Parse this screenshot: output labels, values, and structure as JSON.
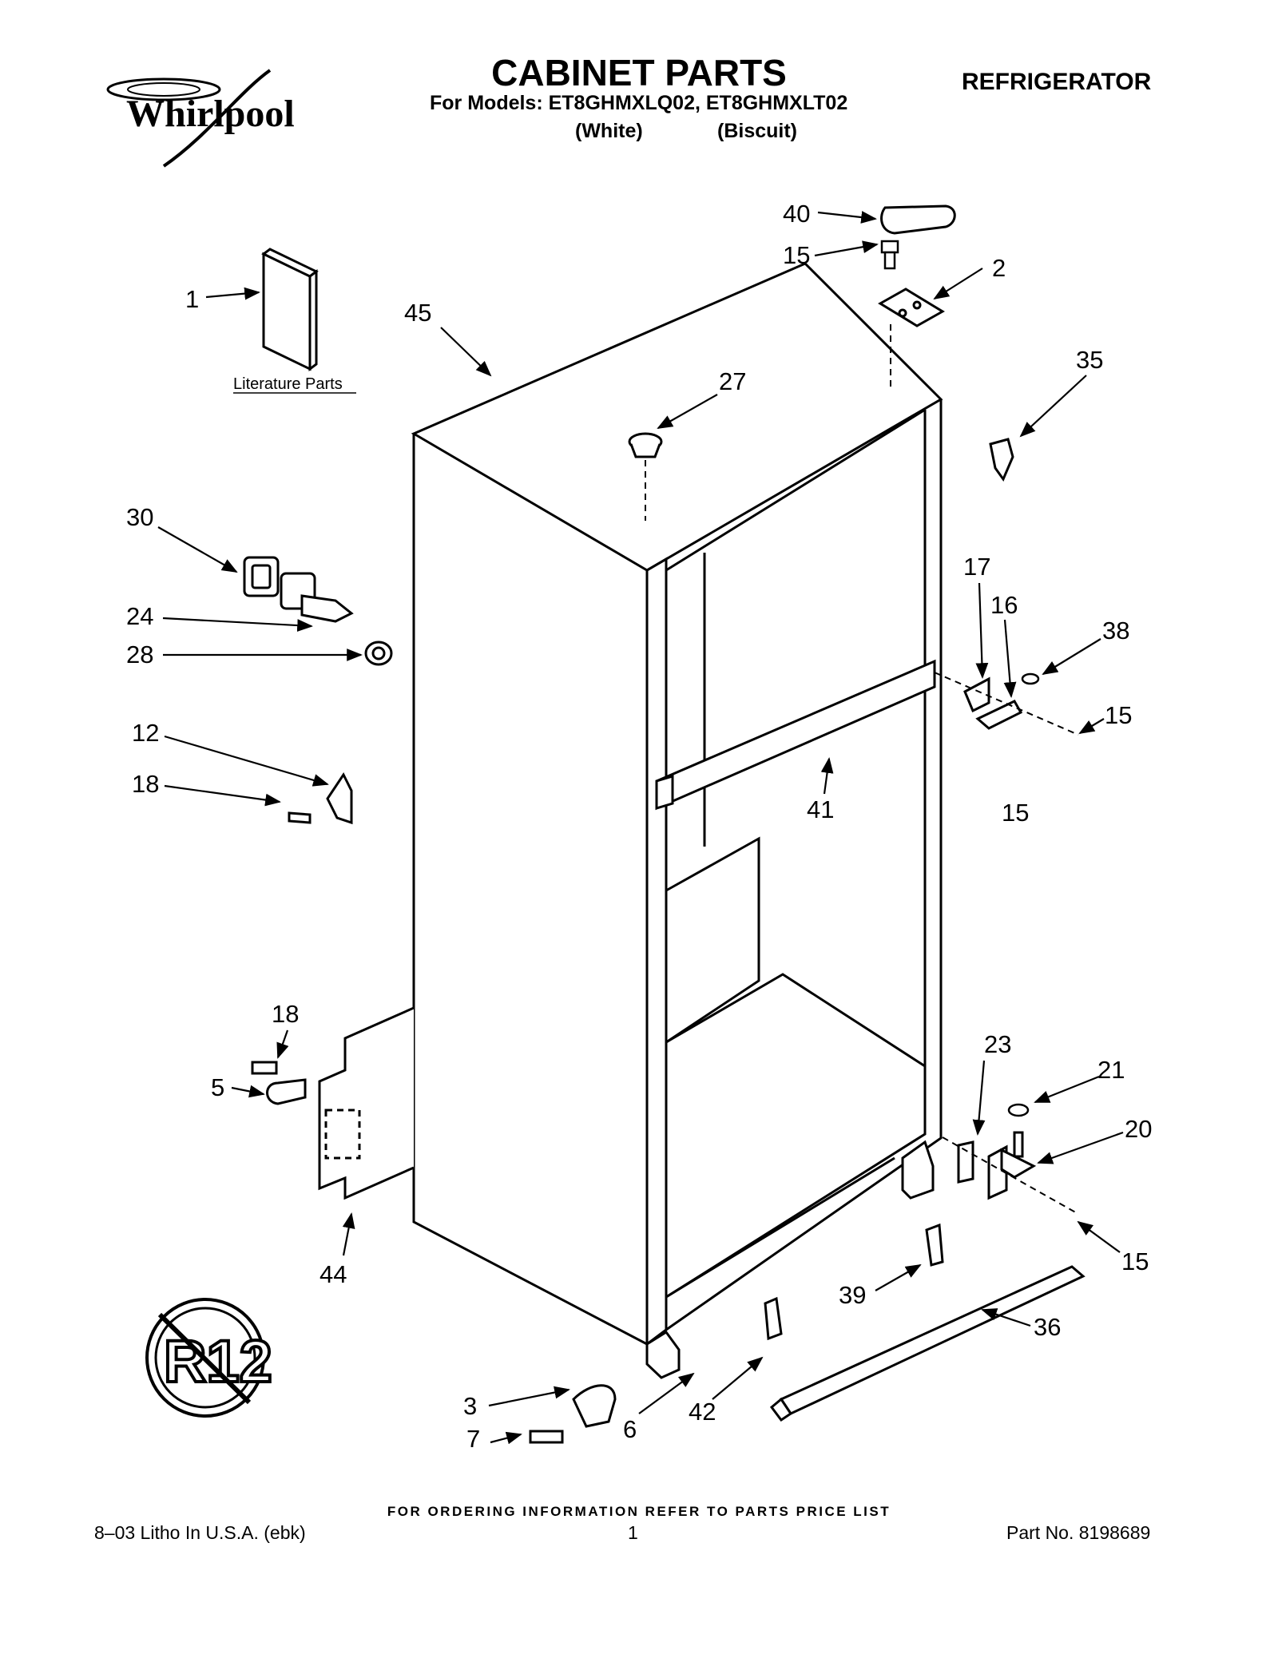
{
  "header": {
    "title": "CABINET PARTS",
    "models_line": "For Models: ET8GHMXLQ02, ET8GHMXLT02",
    "variant_1": "(White)",
    "variant_2": "(Biscuit)",
    "category": "REFRIGERATOR",
    "brand": "Whirlpool"
  },
  "diagram": {
    "literature_label": "Literature Parts",
    "refrigerant_badge": "R12",
    "callouts": [
      {
        "id": "c40",
        "label": "40"
      },
      {
        "id": "c15a",
        "label": "15"
      },
      {
        "id": "c2",
        "label": "2"
      },
      {
        "id": "c1",
        "label": "1"
      },
      {
        "id": "c45",
        "label": "45"
      },
      {
        "id": "c35",
        "label": "35"
      },
      {
        "id": "c27",
        "label": "27"
      },
      {
        "id": "c30",
        "label": "30"
      },
      {
        "id": "c17",
        "label": "17"
      },
      {
        "id": "c16",
        "label": "16"
      },
      {
        "id": "c38",
        "label": "38"
      },
      {
        "id": "c24",
        "label": "24"
      },
      {
        "id": "c28",
        "label": "28"
      },
      {
        "id": "c15b",
        "label": "15"
      },
      {
        "id": "c12",
        "label": "12"
      },
      {
        "id": "c18a",
        "label": "18"
      },
      {
        "id": "c41",
        "label": "41"
      },
      {
        "id": "c15c",
        "label": "15"
      },
      {
        "id": "c18b",
        "label": "18"
      },
      {
        "id": "c23",
        "label": "23"
      },
      {
        "id": "c21",
        "label": "21"
      },
      {
        "id": "c5",
        "label": "5"
      },
      {
        "id": "c20",
        "label": "20"
      },
      {
        "id": "c44",
        "label": "44"
      },
      {
        "id": "c15d",
        "label": "15"
      },
      {
        "id": "c39",
        "label": "39"
      },
      {
        "id": "c36",
        "label": "36"
      },
      {
        "id": "c3",
        "label": "3"
      },
      {
        "id": "c42",
        "label": "42"
      },
      {
        "id": "c6",
        "label": "6"
      },
      {
        "id": "c7",
        "label": "7"
      }
    ]
  },
  "footer": {
    "notice": "FOR ORDERING INFORMATION REFER TO PARTS PRICE LIST",
    "litho": "8–03 Litho In U.S.A. (ebk)",
    "page": "1",
    "part_no": "Part No. 8198689"
  }
}
